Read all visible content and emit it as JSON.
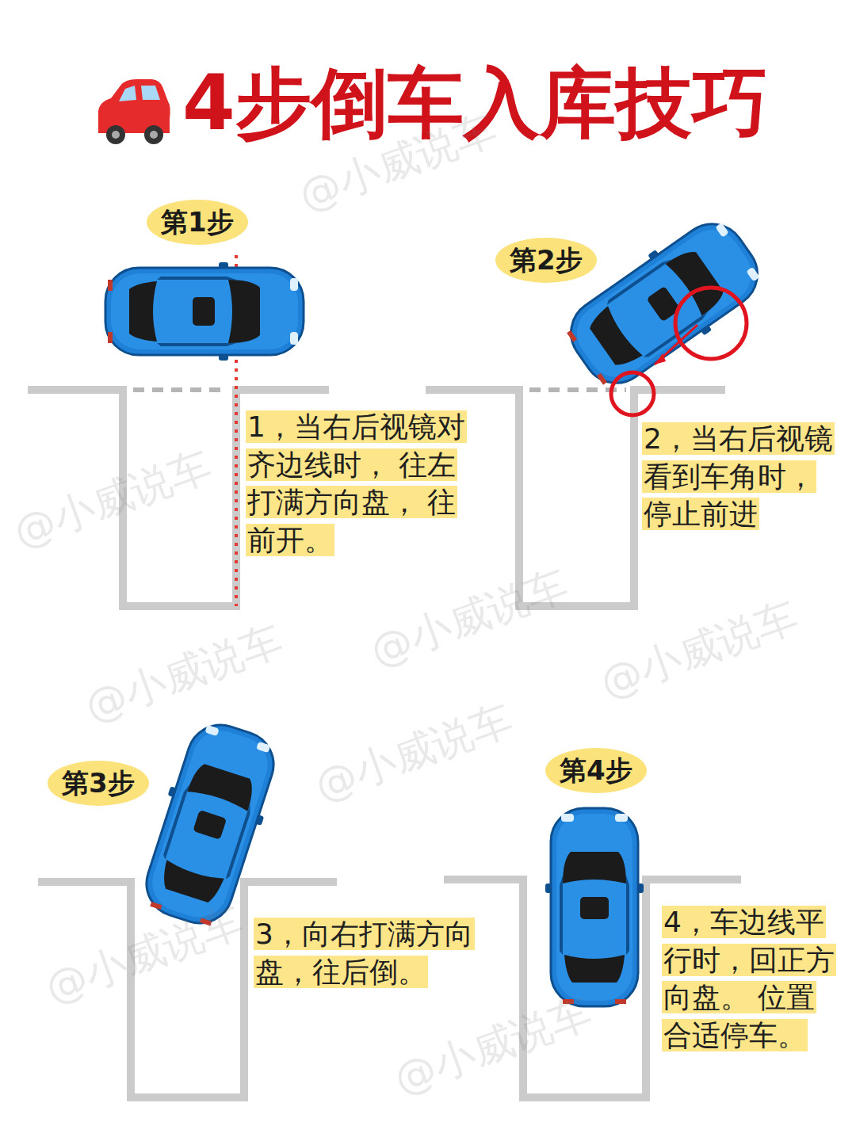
{
  "diagram": {
    "title": "4步倒车入库技巧",
    "nodes": [
      {
        "text": [
          "第1步"
        ]
      },
      {
        "text": [
          "1，当右后视镜对齐边线时， 往左打满方向盘， 往前开。"
        ]
      },
      {
        "text": [
          "第2步"
        ]
      },
      {
        "text": [
          "2，当右后视镜看到车角时， 停止前进"
        ]
      },
      {
        "text": [
          "第3步"
        ]
      },
      {
        "text": [
          "3，向右打满方向盘，往后倒。"
        ]
      },
      {
        "text": [
          "第4步"
        ]
      },
      {
        "text": [
          "4，车边线平行时，回正方向盘。 位置合适停车。"
        ]
      }
    ],
    "labels": [
      "@小威说车",
      "@小威说车",
      "@小威说车",
      "@小威说车",
      "@小威说车",
      "@小威说车",
      "@小威说车",
      "@小威说车"
    ]
  }
}
